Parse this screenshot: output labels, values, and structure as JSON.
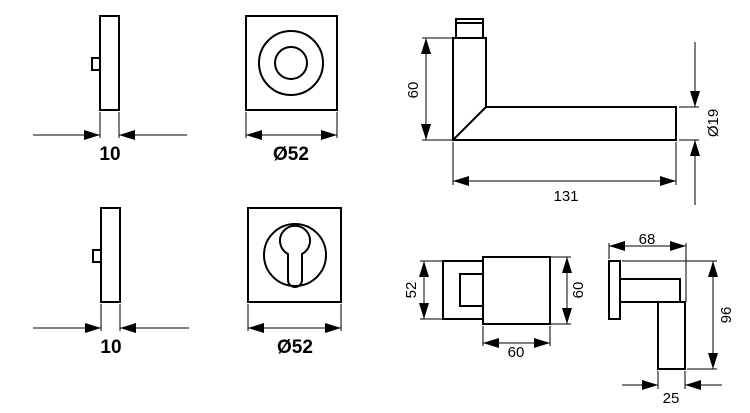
{
  "drawings": {
    "rose_side_top": {
      "dimension": "10"
    },
    "rose_front_top": {
      "dimension": "Ø52"
    },
    "rose_side_bottom": {
      "dimension": "10"
    },
    "rose_front_bottom": {
      "dimension": "Ø52"
    },
    "lever_handle": {
      "height": "60",
      "length": "131",
      "diameter": "Ø19"
    },
    "handle_top_view": {
      "rose_width": "52",
      "square_height": "60",
      "square_width": "60"
    },
    "handle_side_view": {
      "projection": "68",
      "height": "96",
      "width": "25"
    }
  },
  "colors": {
    "line": "#000000",
    "background": "#ffffff"
  }
}
